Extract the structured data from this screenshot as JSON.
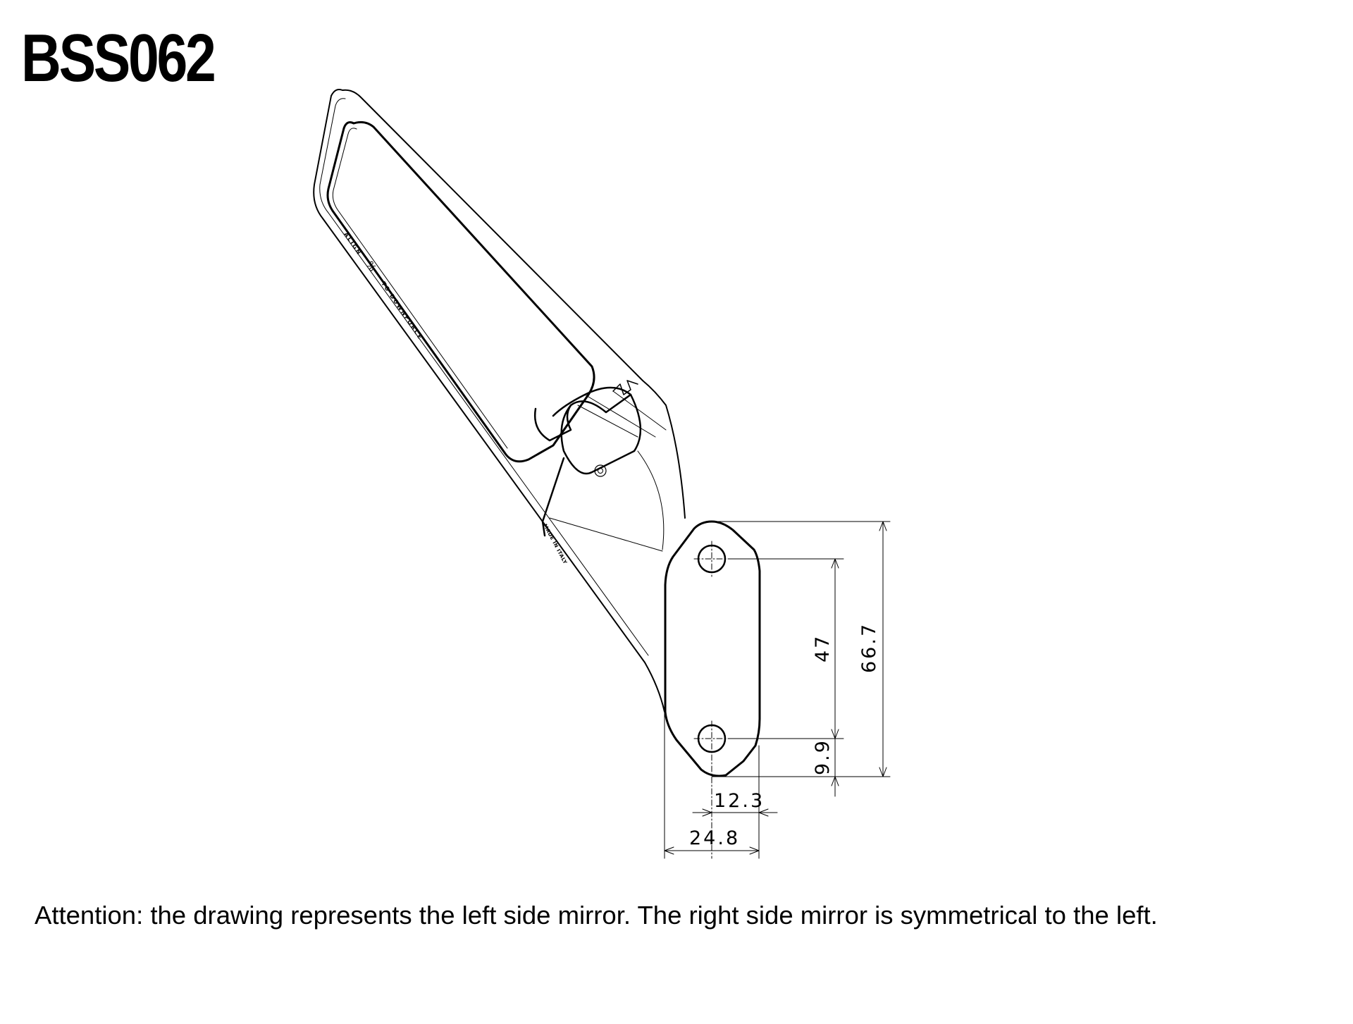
{
  "title": "BSS062",
  "drawing": {
    "engravings": {
      "align": "ALIGN",
      "to_downforce": "TO DOWNFORCE",
      "made_in": "MADE IN ITALY"
    },
    "dimensions": {
      "hole_spacing": "47",
      "overall_height": "66.7",
      "hole_to_bottom": "9.9",
      "hole_to_edge": "12.3",
      "plate_width": "24.8"
    }
  },
  "caption": "Attention: the drawing represents the left side mirror. The right side mirror is symmetrical to the left."
}
